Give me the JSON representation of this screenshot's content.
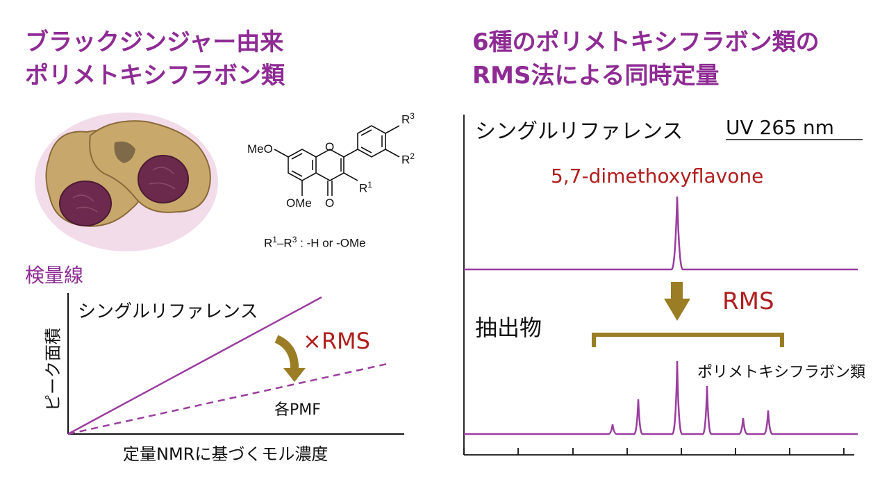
{
  "left_title": {
    "line1": "ブラックジンジャー由来",
    "line2": "ポリメトキシフラボン類"
  },
  "right_title": {
    "line1": "6種のポリメトキシフラボン類の",
    "line2": "RMS法による同時定量"
  },
  "structure": {
    "label_meo": "MeO",
    "label_o_ring": "O",
    "label_ome": "OMe",
    "label_o_carbonyl": "O",
    "r1": "R",
    "r1_sup": "1",
    "r2": "R",
    "r2_sup": "2",
    "r3": "R",
    "r3_sup": "3",
    "legend_r1": "R",
    "legend_sup1": "1",
    "legend_dash": "–R",
    "legend_sup3": "3",
    "legend_rest": " : -H or -OMe"
  },
  "calibration": {
    "heading": "検量線",
    "ylabel": "ピーク面積",
    "xlabel": "定量NMRに基づくモル濃度",
    "single_ref_label": "シングルリファレンス",
    "rms_label": "×RMS",
    "pmf_label": "各PMF"
  },
  "chromatogram": {
    "single_ref_label": "シングルリファレンス",
    "detector": "UV 265 nm",
    "reference_compound": "5,7-dimethoxyflavone",
    "rms_label": "RMS",
    "extract_label": "抽出物",
    "pmf_label": "ポリメトキシフラボン類",
    "reference_peak_count": 1,
    "extract_peak_count": 6
  },
  "colors": {
    "title_purple": "#8e2b94",
    "trace_purple": "#9a3d9e",
    "arrow_olive": "#9a7d25",
    "red_text": "#b01e1e"
  }
}
